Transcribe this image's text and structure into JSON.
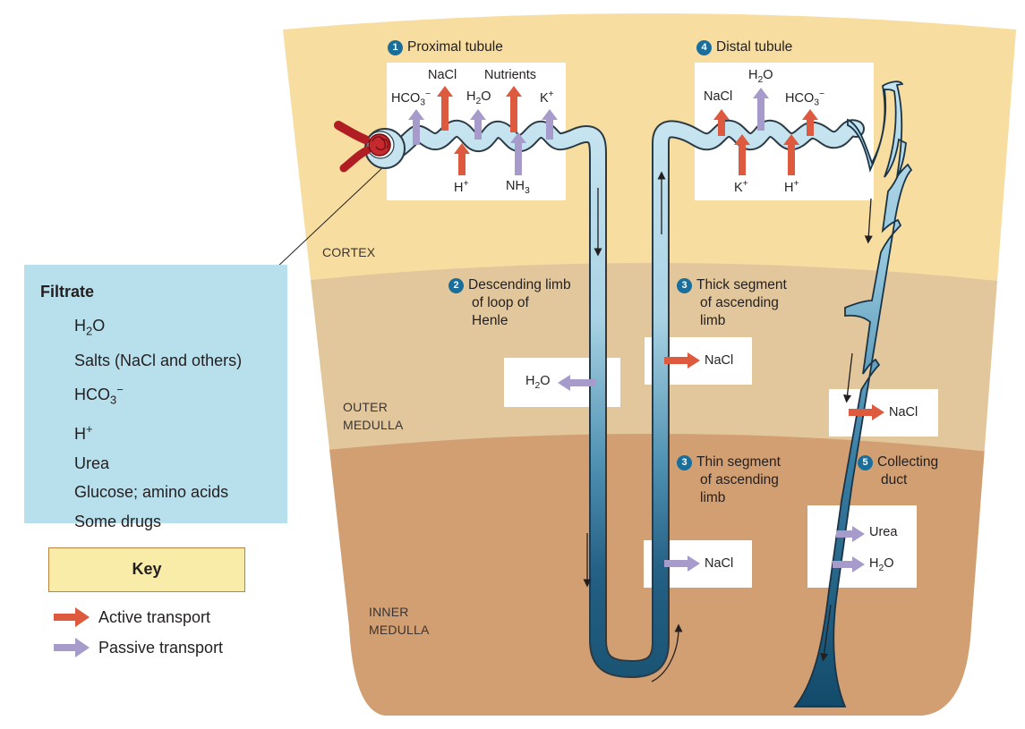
{
  "colors": {
    "cortex": "#f7dda0",
    "outer_medulla": "#e3c79c",
    "inner_medulla": "#d29f72",
    "filtrate_box": "#b8dfec",
    "key_box": "#f9eca8",
    "active_arrow": "#dd5a3e",
    "passive_arrow": "#a69bcb",
    "tubule_light": "#c4e3ef",
    "tubule_dark": "#1e5b7d",
    "badge": "#1a6e9b"
  },
  "zones": {
    "cortex": "CORTEX",
    "outer_medulla_1": "OUTER",
    "outer_medulla_2": "MEDULLA",
    "inner_medulla_1": "INNER",
    "inner_medulla_2": "MEDULLA"
  },
  "regions": {
    "proximal": {
      "num": "1",
      "title": "Proximal tubule"
    },
    "descending": {
      "num": "2",
      "line1": "Descending limb",
      "line2": "of loop of",
      "line3": "Henle"
    },
    "thick": {
      "num": "3",
      "line1": "Thick segment",
      "line2": "of ascending",
      "line3": "limb"
    },
    "thin": {
      "num": "3",
      "line1": "Thin segment",
      "line2": "of ascending",
      "line3": "limb"
    },
    "distal": {
      "num": "4",
      "title": "Distal tubule"
    },
    "collecting": {
      "num": "5",
      "line1": "Collecting",
      "line2": "duct"
    }
  },
  "proximal_labels": {
    "nacl": "NaCl",
    "nutrients": "Nutrients",
    "hco3": "HCO3−",
    "h2o": "H2O",
    "k": "K+",
    "h": "H+",
    "nh3": "NH3"
  },
  "distal_labels": {
    "h2o": "H2O",
    "nacl": "NaCl",
    "hco3": "HCO3−",
    "k": "K+",
    "h": "H+"
  },
  "medulla_labels": {
    "descending_h2o": "H2O",
    "thick_nacl": "NaCl",
    "thin_nacl": "NaCl",
    "collecting_nacl": "NaCl",
    "collecting_urea": "Urea",
    "collecting_h2o": "H2O"
  },
  "filtrate": {
    "title": "Filtrate",
    "items": [
      "H2O",
      "Salts (NaCl and others)",
      "HCO3−",
      "H+",
      "Urea",
      "Glucose; amino acids",
      "Some drugs"
    ]
  },
  "key": {
    "title": "Key",
    "active": "Active transport",
    "passive": "Passive transport"
  }
}
